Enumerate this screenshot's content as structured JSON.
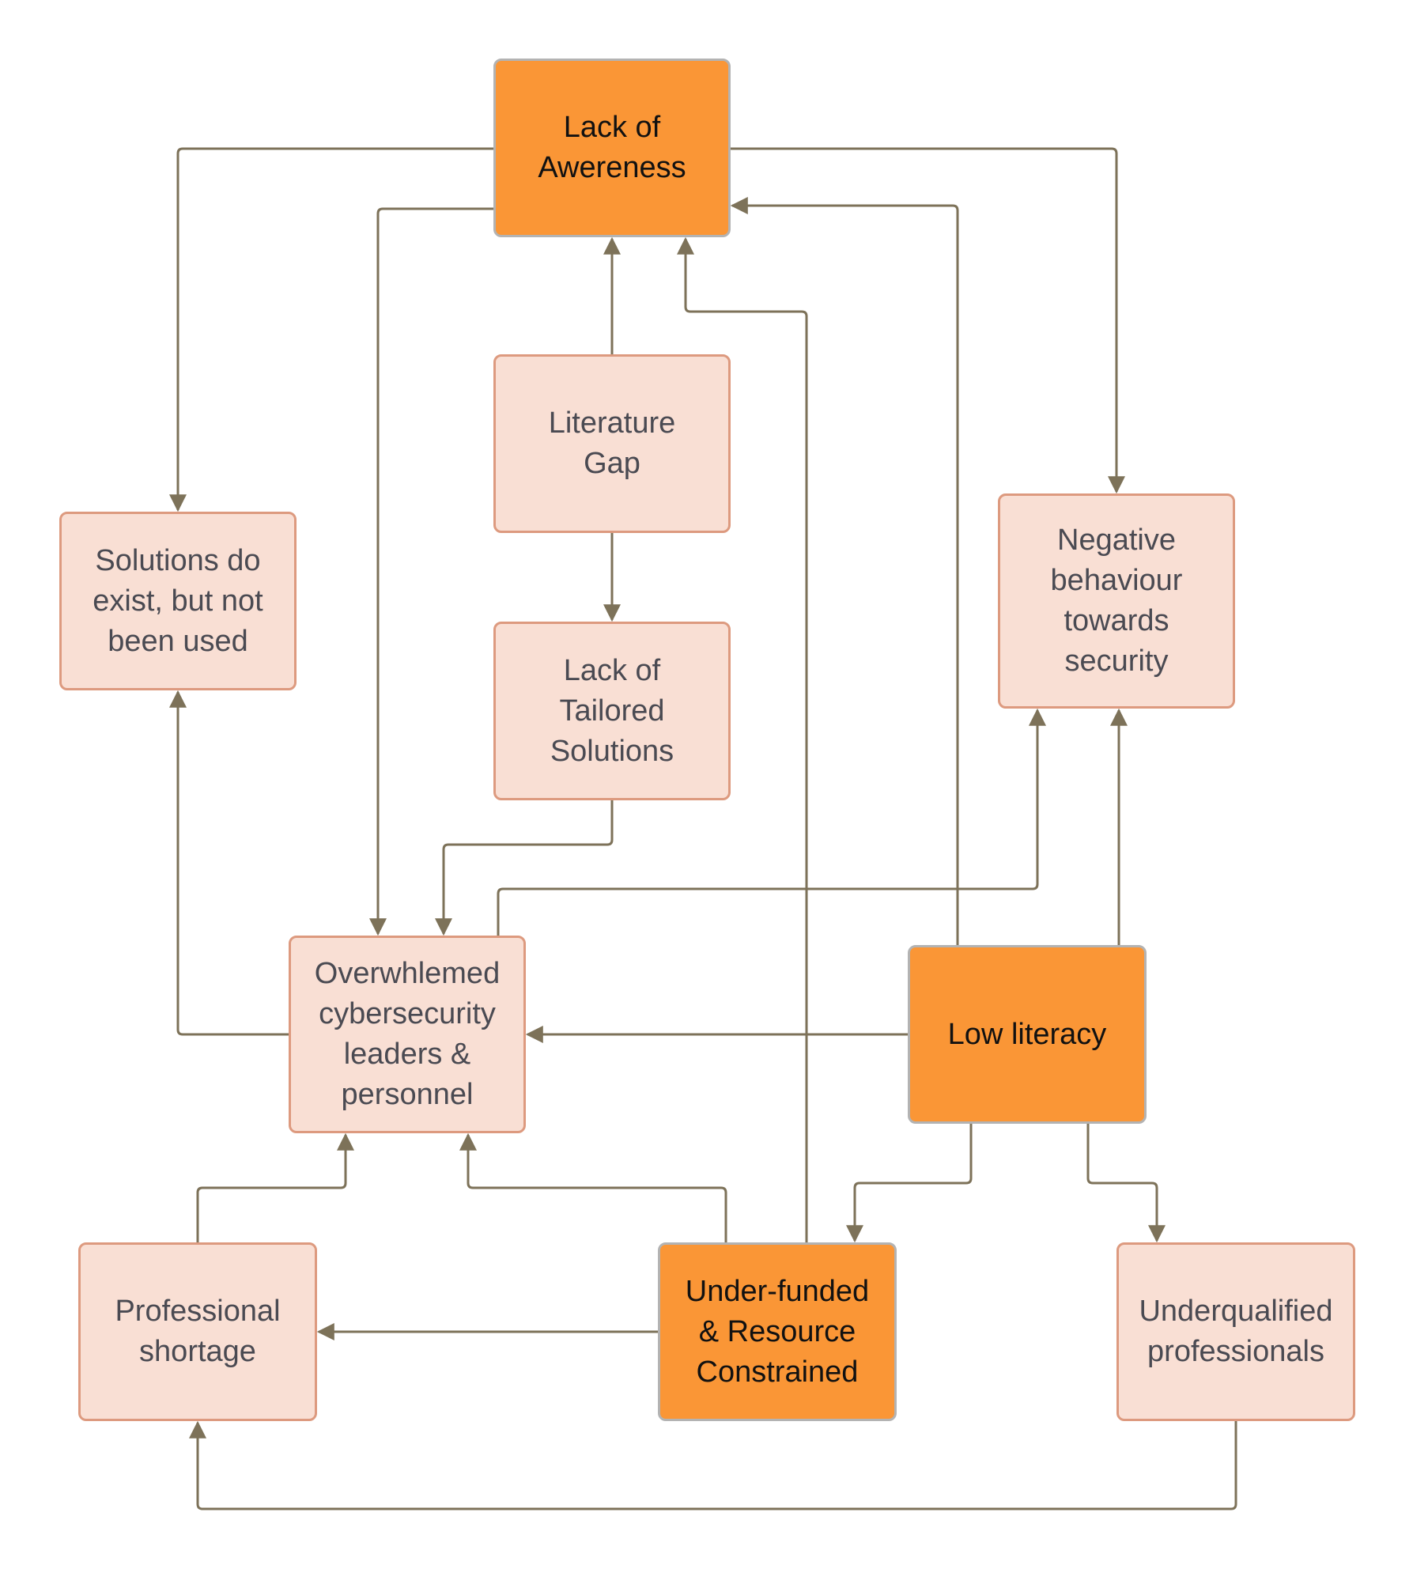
{
  "diagram": {
    "nodes": [
      {
        "id": "lack-of-awareness",
        "label": "Lack of\nAwereness",
        "style": "primary"
      },
      {
        "id": "literature-gap",
        "label": "Literature\nGap",
        "style": "secondary"
      },
      {
        "id": "lack-of-tailored-solutions",
        "label": "Lack of\nTailored\nSolutions",
        "style": "secondary"
      },
      {
        "id": "solutions-not-used",
        "label": "Solutions do\nexist, but not\nbeen used",
        "style": "secondary"
      },
      {
        "id": "negative-behaviour",
        "label": "Negative\nbehaviour\ntowards\nsecurity",
        "style": "secondary"
      },
      {
        "id": "overwhelmed-leaders",
        "label": "Overwhlemed\ncybersecurity\nleaders &\npersonnel",
        "style": "secondary"
      },
      {
        "id": "low-literacy",
        "label": "Low literacy",
        "style": "primary"
      },
      {
        "id": "professional-shortage",
        "label": "Professional\nshortage",
        "style": "secondary"
      },
      {
        "id": "under-funded",
        "label": "Under-funded\n& Resource\nConstrained",
        "style": "primary"
      },
      {
        "id": "underqualified-professionals",
        "label": "Underqualified\nprofessionals",
        "style": "secondary"
      }
    ],
    "edges": [
      {
        "from": "lack-of-awareness",
        "to": "solutions-not-used"
      },
      {
        "from": "lack-of-awareness",
        "to": "overwhelmed-leaders"
      },
      {
        "from": "lack-of-awareness",
        "to": "negative-behaviour"
      },
      {
        "from": "literature-gap",
        "to": "lack-of-awareness"
      },
      {
        "from": "literature-gap",
        "to": "lack-of-tailored-solutions"
      },
      {
        "from": "lack-of-tailored-solutions",
        "to": "overwhelmed-leaders"
      },
      {
        "from": "overwhelmed-leaders",
        "to": "solutions-not-used"
      },
      {
        "from": "overwhelmed-leaders",
        "to": "negative-behaviour"
      },
      {
        "from": "low-literacy",
        "to": "lack-of-awareness"
      },
      {
        "from": "low-literacy",
        "to": "negative-behaviour"
      },
      {
        "from": "low-literacy",
        "to": "overwhelmed-leaders"
      },
      {
        "from": "low-literacy",
        "to": "under-funded"
      },
      {
        "from": "low-literacy",
        "to": "underqualified-professionals"
      },
      {
        "from": "under-funded",
        "to": "lack-of-awareness"
      },
      {
        "from": "under-funded",
        "to": "overwhelmed-leaders"
      },
      {
        "from": "under-funded",
        "to": "professional-shortage"
      },
      {
        "from": "professional-shortage",
        "to": "overwhelmed-leaders"
      },
      {
        "from": "underqualified-professionals",
        "to": "professional-shortage"
      }
    ]
  },
  "colors": {
    "primary_fill": "#fa9636",
    "primary_border": "#b3b3b3",
    "secondary_fill": "#f9dfd4",
    "secondary_border": "#dd9a7f",
    "connector": "#7d7259"
  }
}
